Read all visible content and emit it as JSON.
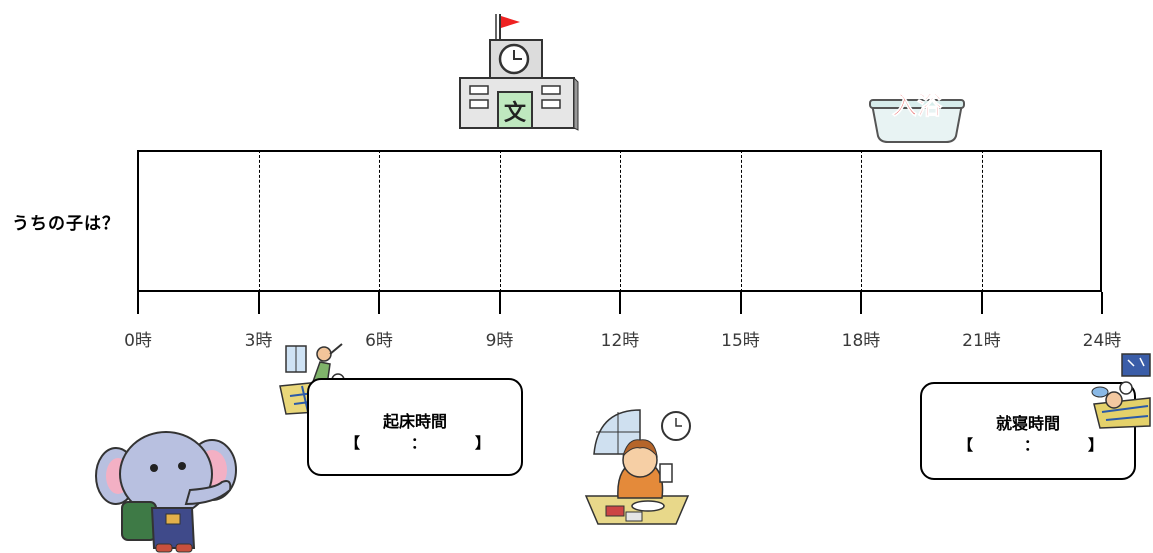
{
  "row_label": "うちの子は？",
  "hours": [
    {
      "label": "0時",
      "hour": 0
    },
    {
      "label": "3時",
      "hour": 3
    },
    {
      "label": "6時",
      "hour": 6
    },
    {
      "label": "9時",
      "hour": 9
    },
    {
      "label": "12時",
      "hour": 12
    },
    {
      "label": "15時",
      "hour": 15
    },
    {
      "label": "18時",
      "hour": 18
    },
    {
      "label": "21時",
      "hour": 21
    },
    {
      "label": "24時",
      "hour": 24
    }
  ],
  "wake_box": {
    "title": "起床時間",
    "open_bracket": "【",
    "colon": "：",
    "close_bracket": "】"
  },
  "sleep_box": {
    "title": "就寝時間",
    "open_bracket": "【",
    "colon": "：",
    "close_bracket": "】"
  },
  "bath_label": "入浴",
  "school_sign": "文",
  "illustrations": [
    "school-building-icon",
    "bathtub-icon",
    "wake-up-child-icon",
    "breakfast-child-icon",
    "sleeping-child-icon",
    "elephant-student-icon"
  ]
}
